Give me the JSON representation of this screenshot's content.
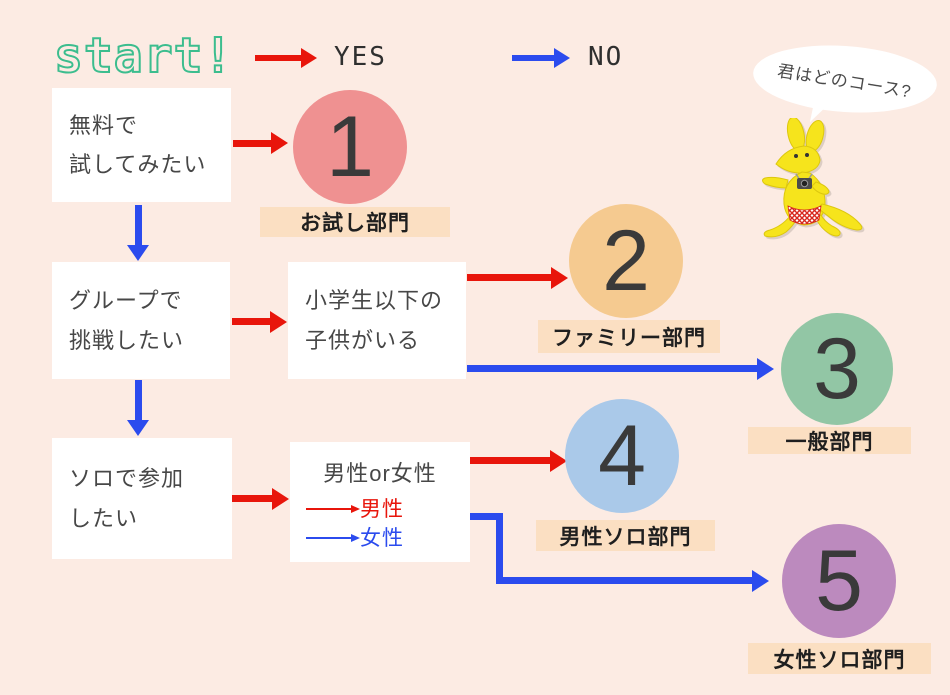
{
  "canvas": {
    "background": "#fcebe3"
  },
  "colors": {
    "yes_red": "#e8150b",
    "no_blue": "#2b4bee",
    "start_teal": "#3cbd8e",
    "label_bg": "#fbdfc2",
    "box_bg": "#ffffff",
    "number_text": "#3a3a3a",
    "body_text": "#474747",
    "mascot_yellow": "#f6e41c"
  },
  "header": {
    "start_label": "start!",
    "yes_label": "YES",
    "no_label": "NO"
  },
  "questions": {
    "free_trial": {
      "lines": [
        "無料で",
        "試してみたい"
      ]
    },
    "group": {
      "lines": [
        "グループで",
        "挑戦したい"
      ]
    },
    "solo": {
      "lines": [
        "ソロで参加",
        "したい"
      ]
    },
    "children": {
      "lines": [
        "小学生以下の",
        "子供がいる"
      ]
    },
    "gender": {
      "title": "男性or女性",
      "male": "男性",
      "female": "女性"
    }
  },
  "courses": [
    {
      "number": "1",
      "label": "お試し部門",
      "color": "#ef9191"
    },
    {
      "number": "2",
      "label": "ファミリー部門",
      "color": "#f5ca90"
    },
    {
      "number": "3",
      "label": "一般部門",
      "color": "#92c6a5"
    },
    {
      "number": "4",
      "label": "男性ソロ部門",
      "color": "#aac9e9"
    },
    {
      "number": "5",
      "label": "女性ソロ部門",
      "color": "#bc8abe"
    }
  ],
  "mascot": {
    "type": "kangaroo",
    "speech": "君はどのコース?"
  }
}
